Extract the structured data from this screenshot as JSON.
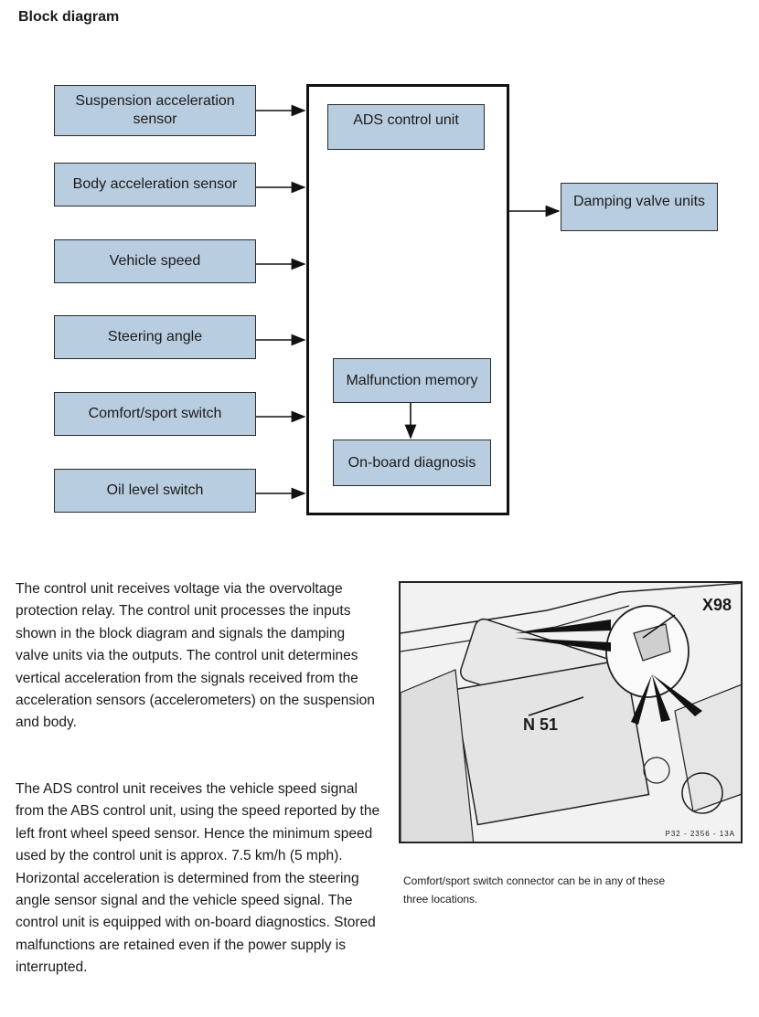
{
  "title": "Block diagram",
  "inputs": [
    "Suspension acceleration sensor",
    "Body acceleration sensor",
    "Vehicle speed",
    "Steering angle",
    "Comfort/sport switch",
    "Oil level switch"
  ],
  "control_unit": "ADS control unit",
  "output": "Damping valve units",
  "malfunction_memory": "Malfunction memory",
  "onboard_diagnosis": "On-board diagnosis",
  "paragraph1": "The control unit receives voltage via the overvoltage protection relay. The control unit processes the inputs shown in the block diagram and signals the damping valve units via the outputs. The control unit determines vertical acceleration from the signals received from the acceleration sensors (accelerometers) on the suspension and body.",
  "paragraph2": "The ADS control unit receives the vehicle speed signal from the ABS control unit, using the speed reported by the left front wheel speed sensor. Hence the minimum speed used by the control unit is approx. 7.5 km/h (5 mph). Horizontal acceleration is determined from the steering angle sensor signal and the vehicle speed signal. The control unit is equipped with on-board diagnostics. Stored malfunctions are retained even if the power supply is interrupted.",
  "photo": {
    "label_connector": "X98",
    "label_unit": "N 51",
    "reference": "P32 - 2356 - 13A"
  },
  "caption": "Comfort/sport switch connector can be in any of these three locations."
}
